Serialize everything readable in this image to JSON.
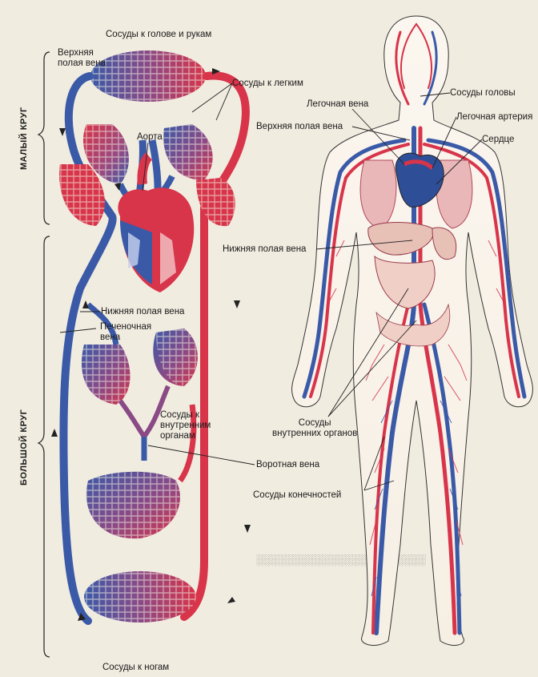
{
  "labels": {
    "head_arms": "Сосуды к голове и рукам",
    "superior_vena_cava_left": "Верхняя\nполая вена",
    "lung_vessels": "Сосуды к легким",
    "aorta": "Аорта",
    "inferior_vena_cava_left": "Нижняя полая вена",
    "hepatic_vein": "Печеночная\nвена",
    "internal_organs_left": "Сосуды к\nвнутренним\nорганам",
    "portal_vein": "Воротная вена",
    "legs": "Сосуды к ногам",
    "small_circle": "МАЛЫЙ КРУГ",
    "big_circle": "БОЛЬШОЙ КРУГ",
    "head_vessels": "Сосуды головы",
    "pulmonary_vein": "Легочная вена",
    "pulmonary_artery": "Легочная артерия",
    "superior_vena_cava_right": "Верхняя полая вена",
    "heart": "Сердце",
    "inferior_vena_cava_right": "Нижняя полая вена",
    "internal_organs_right": "Сосуды\nвнутренних органов",
    "limb_vessels": "Сосуды конечностей"
  },
  "colors": {
    "artery": "#d8344a",
    "vein": "#3a5aa8",
    "paper": "#f1ece0"
  }
}
